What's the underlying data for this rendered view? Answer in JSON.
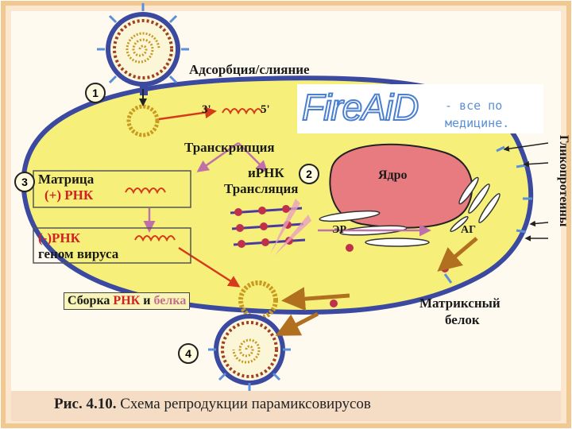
{
  "labels": {
    "adsorption": "Адсорбция/слияние",
    "end3": "3'",
    "end5": "5'",
    "transcription": "Транскрипция",
    "matrix_line1": "Матрица",
    "matrix_line2": "(+) РНК",
    "mrna": "иРНК",
    "translation": "Трансляция",
    "nucleus": "Ядро",
    "er": "ЭР",
    "ag": "АГ",
    "neg_rna_line1": "(-)РНК",
    "neg_rna_line2": "геном вируса",
    "assembly_prefix": "Сборка",
    "assembly_rna": "РНК",
    "assembly_and": "и",
    "assembly_protein": "белка",
    "matrix_protein_line1": "Матриксный",
    "matrix_protein_line2": "белок",
    "glycoproteins": "Гликопротеины"
  },
  "steps": [
    "1",
    "2",
    "3",
    "4"
  ],
  "watermark": {
    "logo": "FireAiD",
    "line1": "- все по",
    "line2": "медицине."
  },
  "caption": {
    "prefix": "Рис. 4.10.",
    "text": "Схема репродукции парамиксовирусов"
  },
  "colors": {
    "cell": "#f6f07a",
    "membrane": "#3b4aa0",
    "nucleus": "#e87b80",
    "arrow_red": "#d63a1a",
    "arrow_pink": "#c070a8",
    "frame": "#f0c890"
  }
}
